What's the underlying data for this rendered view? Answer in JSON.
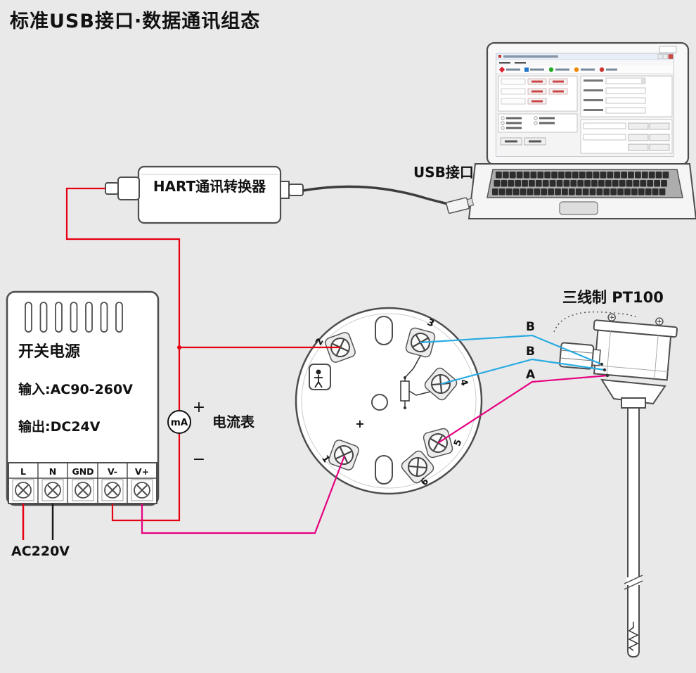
{
  "title": "标准USB接口·数据通讯组态",
  "labels": {
    "usb_port": "USB接口",
    "hart_converter": "HART通讯转换器",
    "sensor_type": "三线制 PT100",
    "current_meter": "电流表",
    "meter_unit": "mA",
    "meter_plus": "+",
    "meter_minus": "−",
    "ac_supply": "AC220V",
    "transmitter_plus": "+"
  },
  "power_supply": {
    "title": "开关电源",
    "input": "输入:AC90-260V",
    "output": "输出:DC24V",
    "terminals": [
      "L",
      "N",
      "GND",
      "V-",
      "V+"
    ]
  },
  "transmitter": {
    "terminals": [
      "1",
      "2",
      "3",
      "4",
      "5",
      "6"
    ]
  },
  "sensor_wires": {
    "b1": "B",
    "b2": "B",
    "a": "A"
  },
  "colors": {
    "background": "#e9e9e9",
    "outline": "#4d4d4d",
    "wire_red": "#e60012",
    "wire_magenta": "#e5007f",
    "wire_blue": "#29abe2"
  }
}
